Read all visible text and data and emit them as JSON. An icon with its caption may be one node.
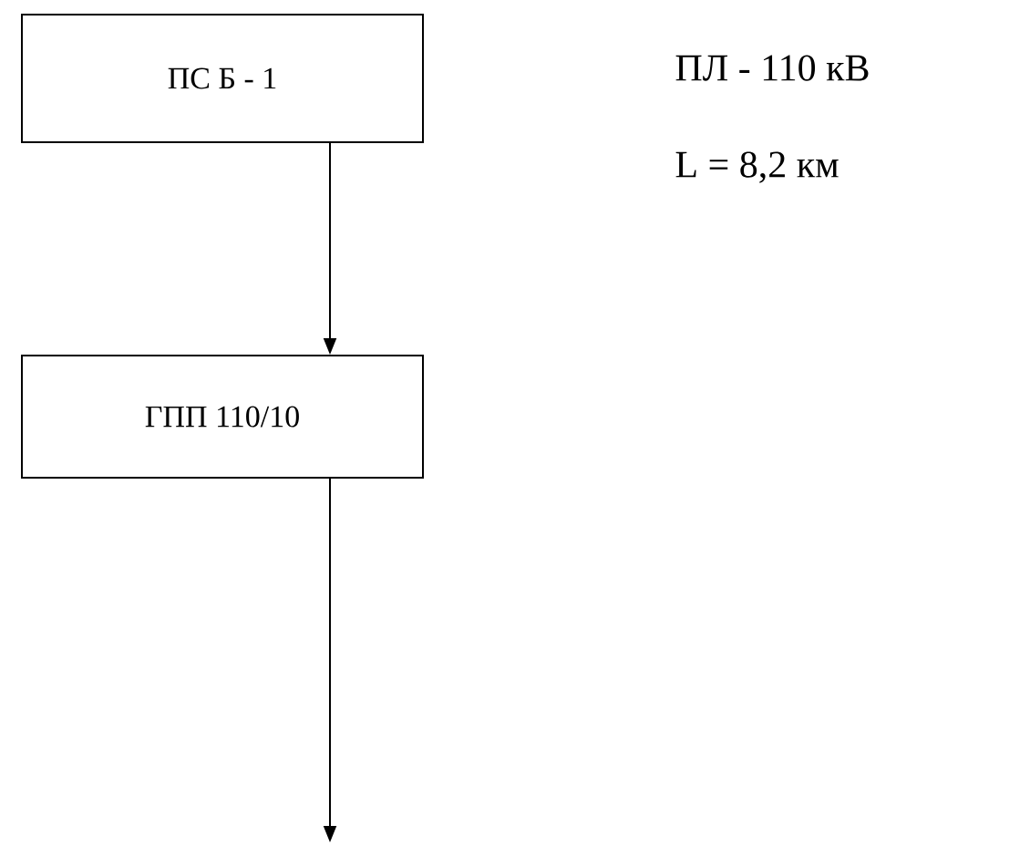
{
  "diagram": {
    "nodes": [
      {
        "text": [
          "ПС Б - 1"
        ]
      },
      {
        "text": [
          "ГПП 110/10"
        ]
      }
    ],
    "edges": [
      {
        "from": 0,
        "to": 1,
        "arrow": "to"
      },
      {
        "from": 1,
        "to": null,
        "arrow": "to"
      }
    ],
    "labels": [
      "ПЛ - 110 кВ",
      "L = 8,2 км"
    ]
  }
}
